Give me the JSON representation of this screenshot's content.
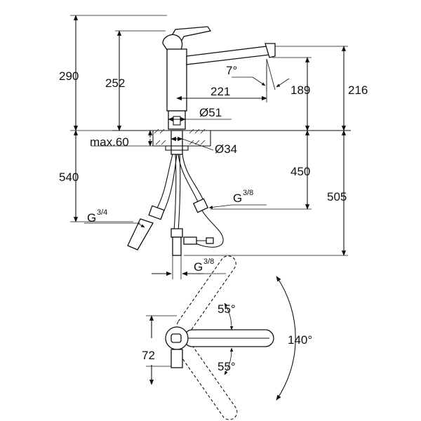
{
  "dimensions": {
    "total_height": "290",
    "body_height": "252",
    "spout_height": "216",
    "spout_clearance": "189",
    "spout_angle": "7°",
    "spout_reach": "221",
    "base_diameter": "Ø51",
    "max_counter_thickness": "max.60",
    "hole_diameter": "Ø34",
    "hose_length": "540",
    "hose_min": "450",
    "hose_max": "505",
    "thread_left": "G",
    "thread_left_frac": "3/4",
    "thread_right": "G",
    "thread_right_frac": "3/8",
    "thread_bottom": "G",
    "thread_bottom_frac": "3/8",
    "swivel_upper": "55°",
    "swivel_lower": "55°",
    "swivel_total": "140°",
    "handle_offset": "72"
  }
}
